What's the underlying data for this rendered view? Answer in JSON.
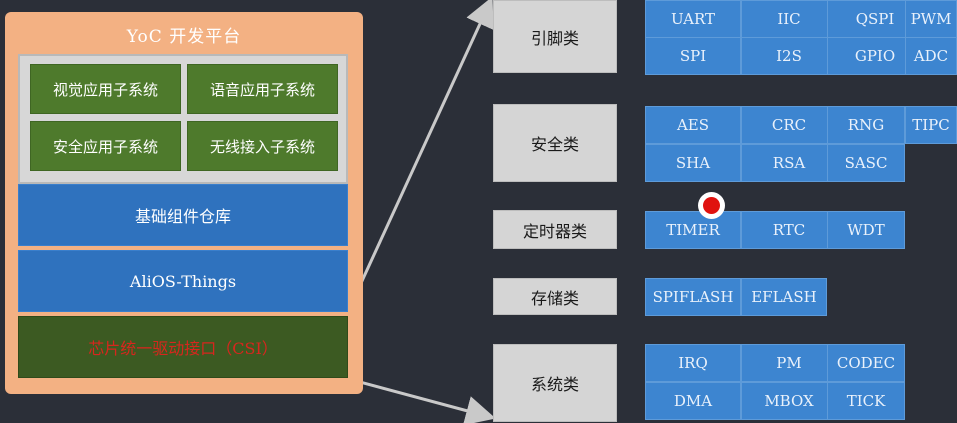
{
  "platform": {
    "title": "YoC 开发平台",
    "subsystems": [
      "视觉应用子系统",
      "语音应用子系统",
      "安全应用子系统",
      "无线接入子系统"
    ],
    "component_repo": "基础组件仓库",
    "os": "AliOS-Things",
    "csi": "芯片统一驱动接口（CSI）"
  },
  "categories": {
    "pin": "引脚类",
    "security": "安全类",
    "timer": "定时器类",
    "storage": "存储类",
    "system": "系统类"
  },
  "peripherals": {
    "pin": [
      "UART",
      "IIC",
      "QSPI",
      "PWM",
      "SPI",
      "I2S",
      "GPIO",
      "ADC"
    ],
    "security": [
      "AES",
      "CRC",
      "RNG",
      "TIPC",
      "SHA",
      "RSA",
      "SASC"
    ],
    "timer": [
      "TIMER",
      "RTC",
      "WDT"
    ],
    "storage": [
      "SPIFLASH",
      "EFLASH"
    ],
    "system": [
      "IRQ",
      "PM",
      "CODEC",
      "DMA",
      "MBOX",
      "TICK"
    ]
  },
  "colors": {
    "background": "#2b2f38",
    "platform": "#f3b183",
    "subsystem_green": "#4e7a2c",
    "layer_blue": "#2f72be",
    "csi_text": "#d7261d",
    "peripheral_blue": "#3d85d0",
    "category_gray": "#d5d5d5"
  }
}
